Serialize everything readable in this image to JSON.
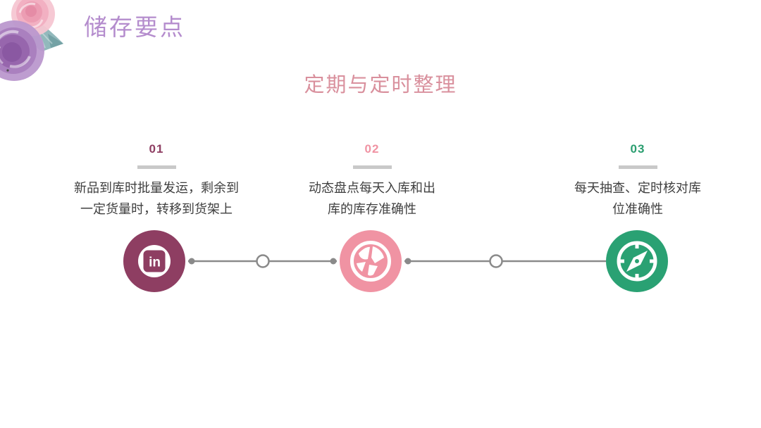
{
  "slide": {
    "title": "储存要点",
    "subtitle": "定期与定时整理",
    "background_color": "#ffffff",
    "title_color": "#b48ccd",
    "subtitle_color": "#d9909d",
    "body_text_color": "#3f3f3f"
  },
  "steps": [
    {
      "number": "01",
      "number_color": "#8e3e62",
      "divider_color": "#c9c9c9",
      "desc_line1": "新品到库时批量发运，剩余到",
      "desc_line2": "一定货量时，转移到货架上",
      "icon": "linkedin-icon",
      "icon_text": "in",
      "disc_color": "#8e3e62"
    },
    {
      "number": "02",
      "number_color": "#f093a3",
      "divider_color": "#c9c9c9",
      "desc_line1": "动态盘点每天入库和出",
      "desc_line2": "库的库存准确性",
      "icon": "globe-icon",
      "disc_color": "#f093a3"
    },
    {
      "number": "03",
      "number_color": "#2b9e70",
      "divider_color": "#c9c9c9",
      "desc_line1": "每天抽查、定时核对库",
      "desc_line2": "位准确性",
      "icon": "compass-icon",
      "disc_color": "#2aa173"
    }
  ],
  "timeline": {
    "connector_color": "#8a8a8a"
  }
}
